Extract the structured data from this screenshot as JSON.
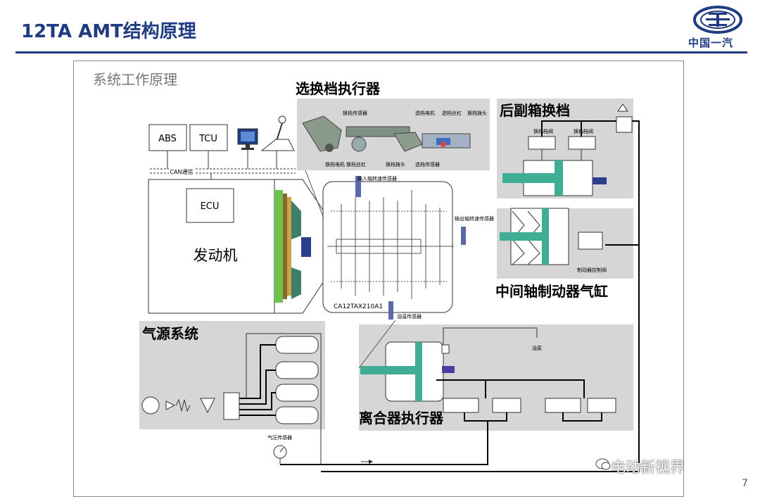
{
  "slide": {
    "title": "12TA AMT结构原理",
    "page_number": "7",
    "logo_text": "中国一汽",
    "watermark": "电动新视界"
  },
  "diagram": {
    "frame_title": "系统工作原理",
    "components": {
      "abs": "ABS",
      "tcu": "TCU",
      "ecu": "ECU",
      "can_bus": "CAN通信",
      "engine": "发动机"
    },
    "sections": {
      "shift_actuator": "选换档执行器",
      "range_shift": "后副箱换档",
      "countershaft_brake": "中间轴制动器气缸",
      "air_supply": "气源系统",
      "clutch_actuator": "离合器执行器"
    },
    "small_labels": {
      "shift_sensor": "换档传感器",
      "select_motor": "选档电机",
      "select_screw": "选档丝杠",
      "shift_nut": "换档拨头",
      "shift_motor": "换档电机",
      "shift_screw": "换档丝杠",
      "shift_head": "换档拨头",
      "select_sensor": "选档传感器",
      "input_speed_sensor": "输入轴转速传感器",
      "output_speed_sensor": "输出轴转速传感器",
      "gearbox_model": "CA12TAX210A1",
      "oil_temp_sensor": "油温传感器",
      "range_valve_1": "换档档阀",
      "range_valve_2": "换档档阀",
      "brake_valve": "制动器控制阀",
      "pressure_sensor": "气压传感器",
      "oil_pump": "油泵"
    }
  }
}
